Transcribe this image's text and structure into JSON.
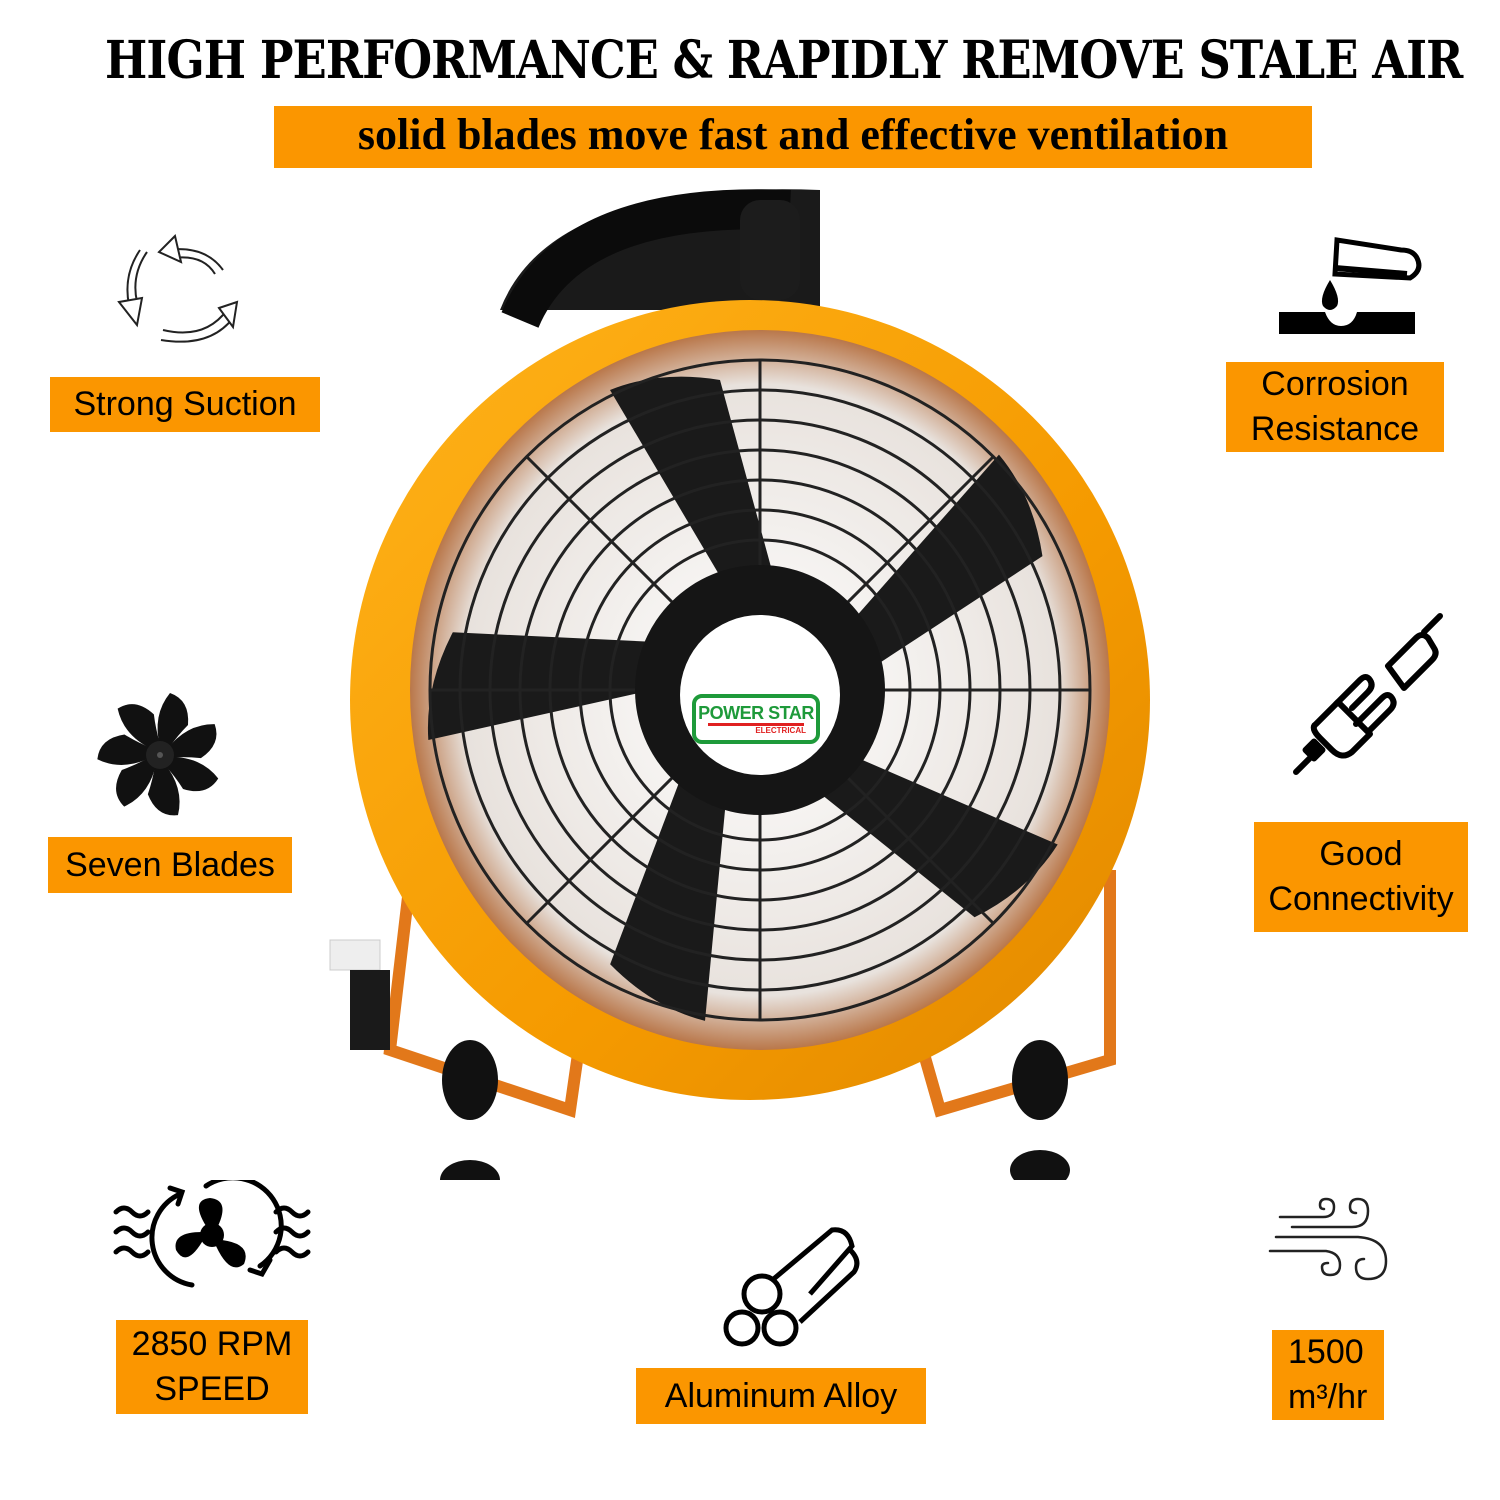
{
  "header": {
    "title": "HIGH PERFORMANCE & RAPIDLY REMOVE STALE AIR",
    "subtitle": "solid blades move fast and effective ventilation"
  },
  "features": {
    "strong_suction": {
      "label": "Strong Suction",
      "icon": "circular-arrows-icon"
    },
    "corrosion_resistance": {
      "line1": "Corrosion",
      "line2": "Resistance",
      "icon": "corrosion-icon"
    },
    "seven_blades": {
      "label": "Seven Blades",
      "icon": "fan-blade-icon"
    },
    "good_connectivity": {
      "line1": "Good",
      "line2": "Connectivity",
      "icon": "plug-icon"
    },
    "rpm_speed": {
      "line1": "2850 RPM",
      "line2": "SPEED",
      "icon": "rotating-fan-icon"
    },
    "aluminum_alloy": {
      "label": "Aluminum Alloy",
      "icon": "pipes-icon"
    },
    "airflow": {
      "line1": "1500",
      "line2": "m³/hr",
      "icon": "wind-icon"
    }
  },
  "product": {
    "brand": "POWER STAR",
    "brand_sub": "ELECTRICAL"
  },
  "colors": {
    "accent_orange": "#fb9600",
    "fan_body_yellow": "#f5a300",
    "brand_green": "#1e9a3a",
    "brand_red": "#e02020"
  }
}
